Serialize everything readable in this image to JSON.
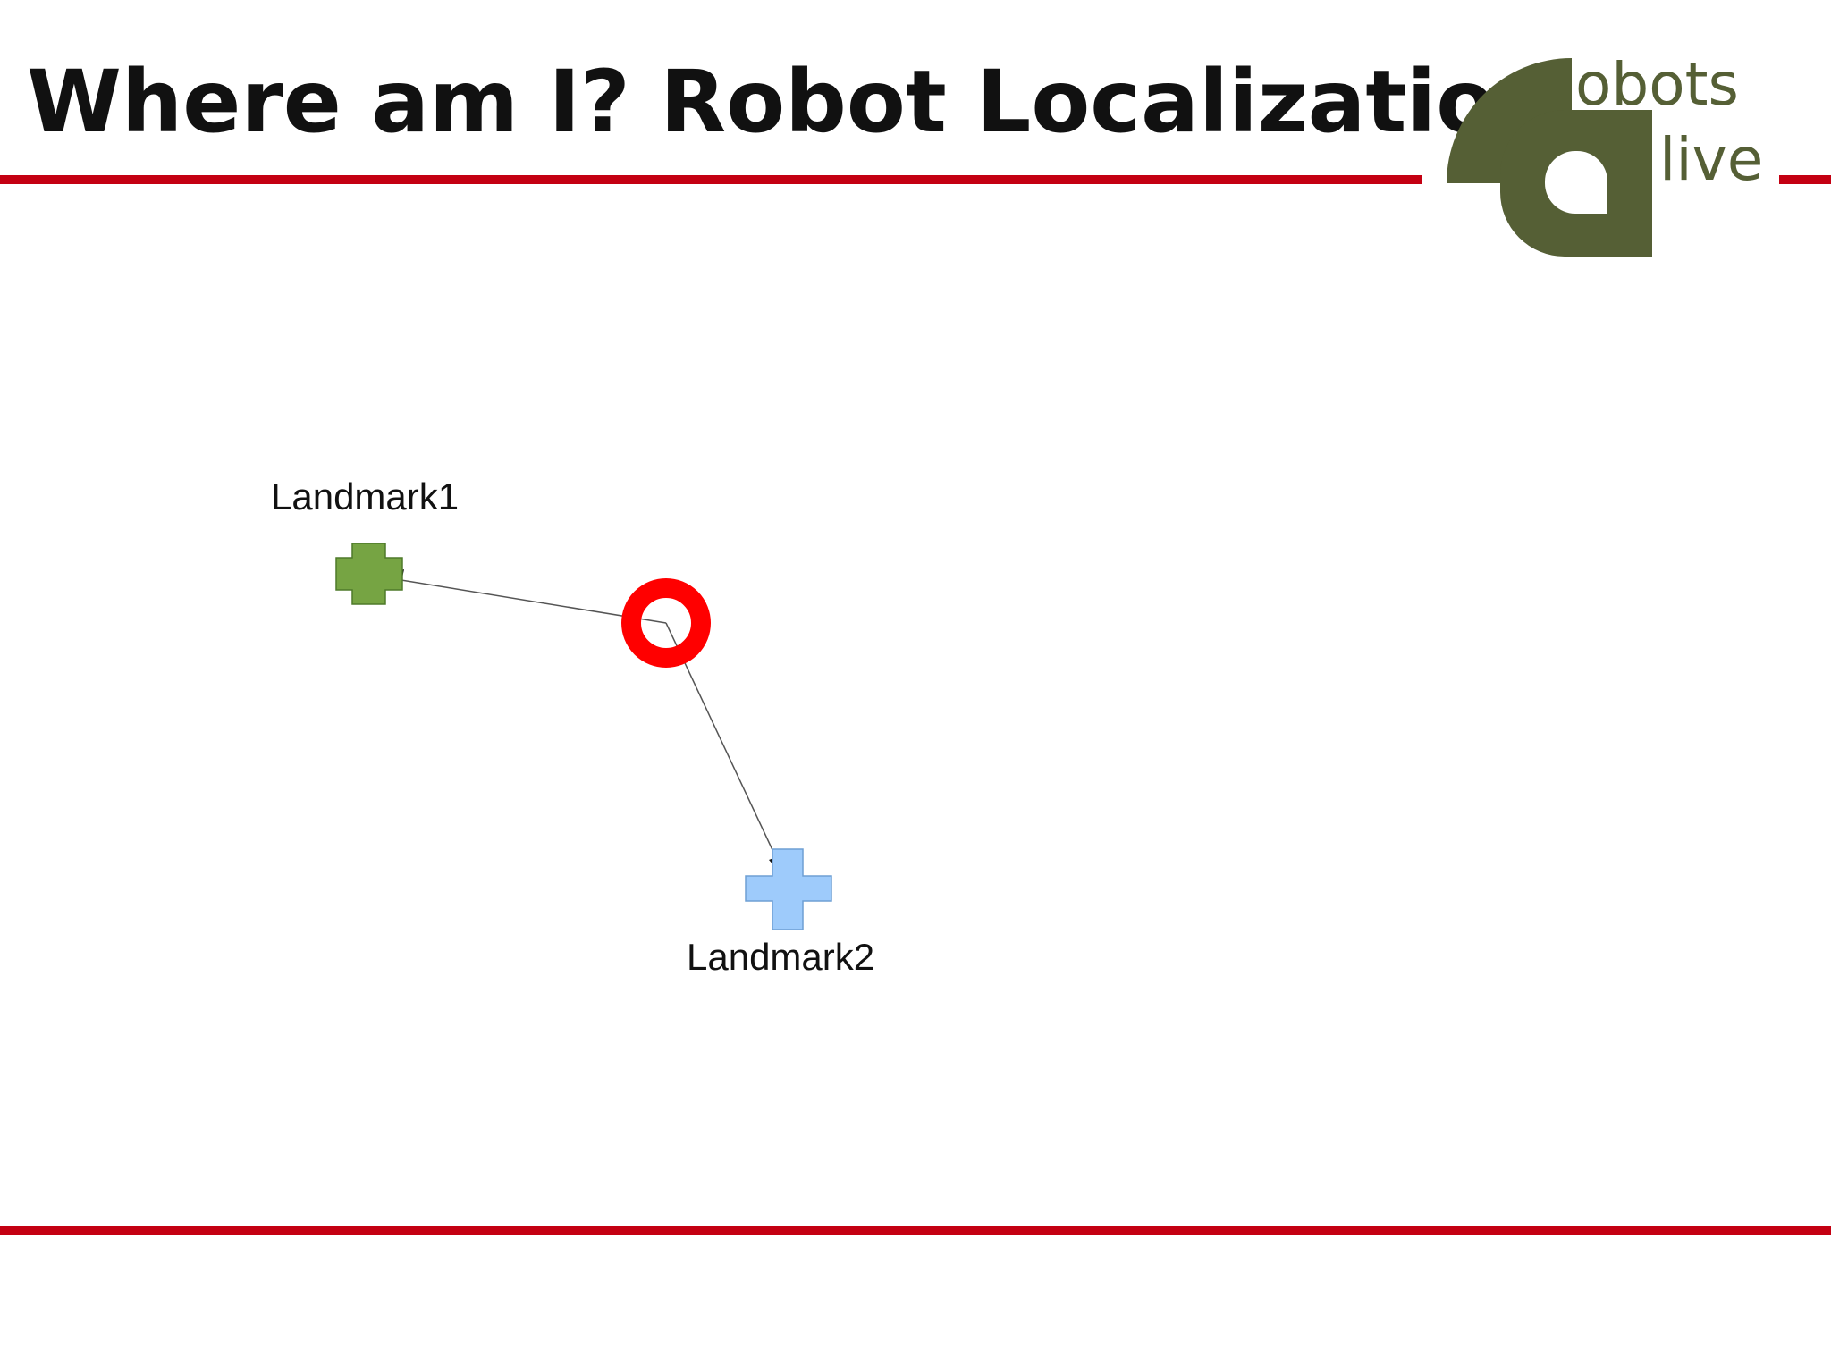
{
  "slide": {
    "title": "Where am I? Robot Localization"
  },
  "logo": {
    "text_top": "obots",
    "text_bottom": "live",
    "color": "#555f35"
  },
  "colors": {
    "accent_rule": "#c40012",
    "robot": "#ff0000",
    "landmark1": "#76a443",
    "landmark2": "#9ecbfb",
    "arrow": "#555555"
  },
  "diagram": {
    "landmarks": [
      {
        "label": "Landmark1"
      },
      {
        "label": "Landmark2"
      }
    ]
  }
}
